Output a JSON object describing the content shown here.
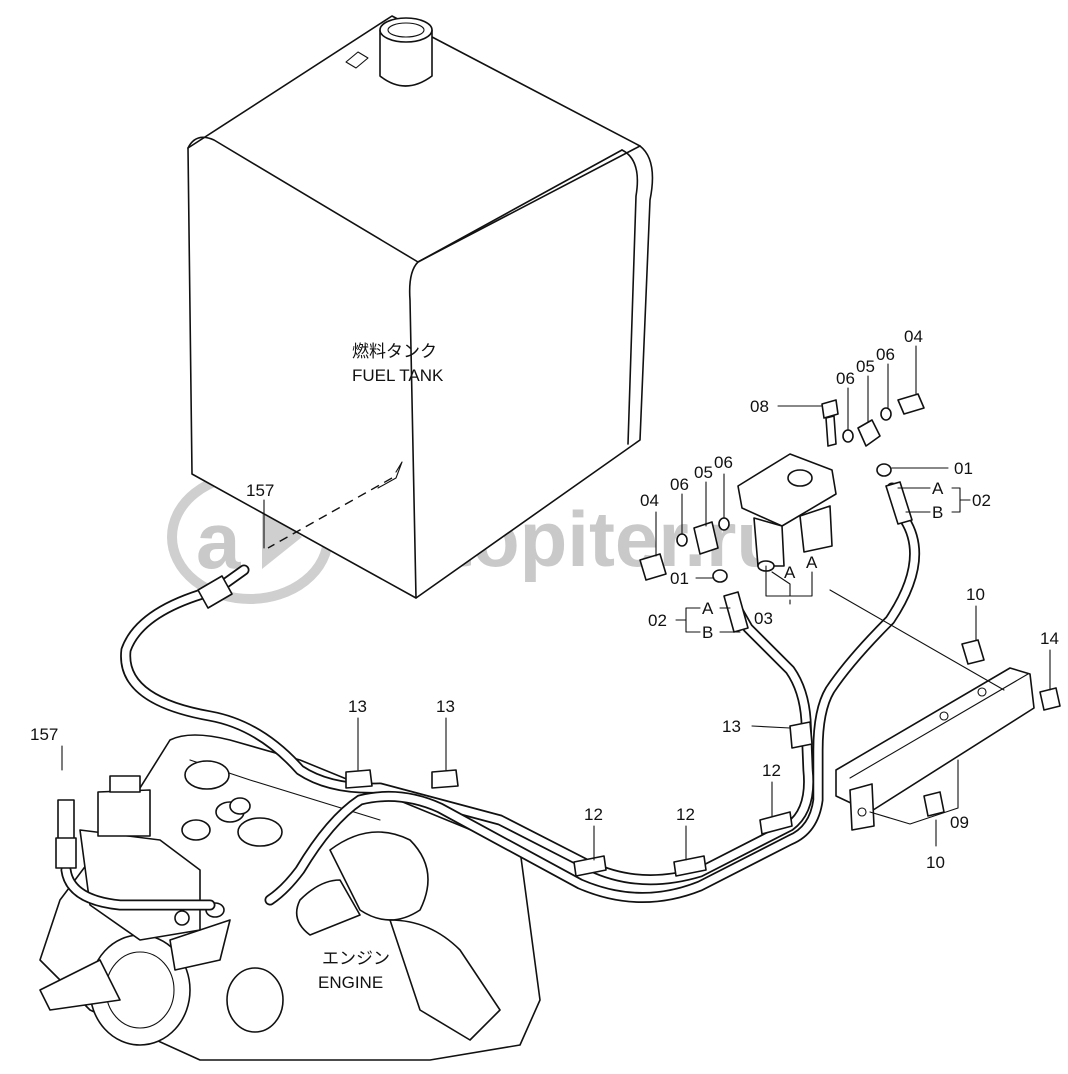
{
  "labels": {
    "fuel_tank_jp": "燃料タンク",
    "fuel_tank_en": "FUEL TANK",
    "engine_jp": "エンジン",
    "engine_en": "ENGINE"
  },
  "watermark": {
    "text": "autopiter.ru",
    "color": "#c9c9c9"
  },
  "callouts": {
    "c157_top": "157",
    "c157_left": "157",
    "c04_right": "04",
    "c06_r1": "06",
    "c05_r": "05",
    "c06_r2": "06",
    "c08": "08",
    "c01_right": "01",
    "c04_left": "04",
    "c06_l1": "06",
    "c05_l": "05",
    "c06_l2": "06",
    "c01_left": "01",
    "c02_right": "02",
    "c02_left": "02",
    "cA_right": "A",
    "cB_right": "B",
    "cA_left": "A",
    "cB_left": "B",
    "cA_f1": "A",
    "cA_f2": "A",
    "c03": "03",
    "c10_top": "10",
    "c10_bottom": "10",
    "c14": "14",
    "c09": "09",
    "c13_a": "13",
    "c13_b": "13",
    "c13_c": "13",
    "c12_a": "12",
    "c12_b": "12",
    "c12_c": "12"
  }
}
